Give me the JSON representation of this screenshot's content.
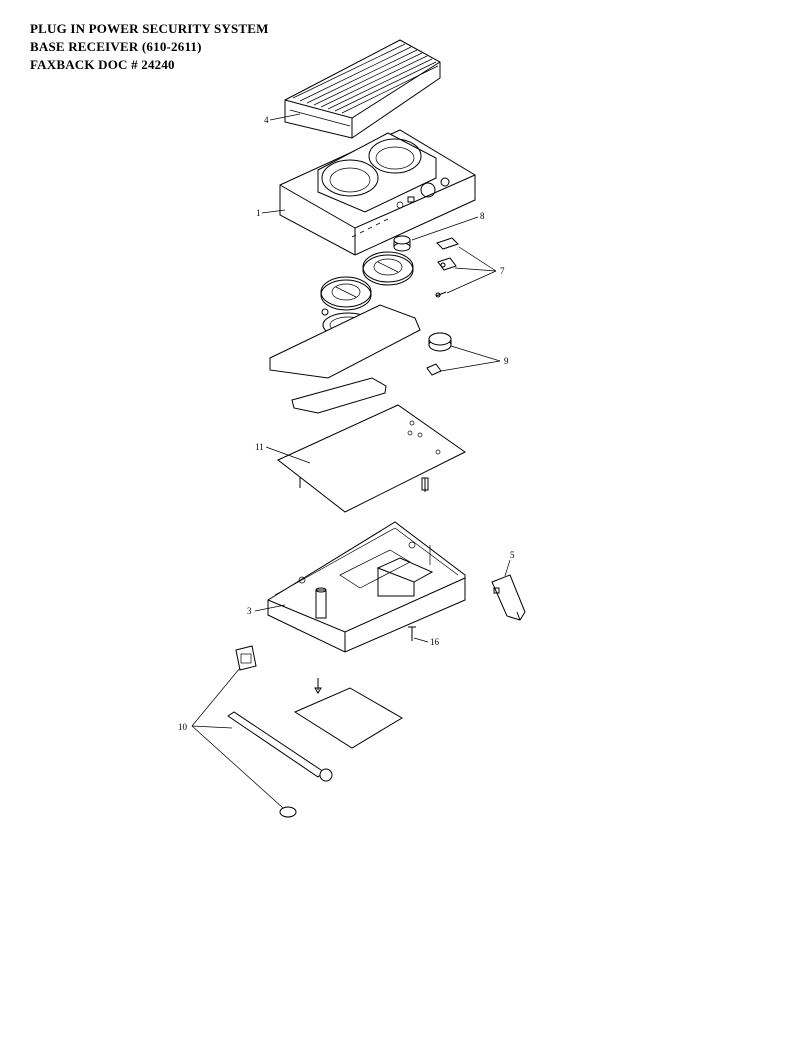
{
  "header": {
    "line1": "PLUG IN POWER SECURITY SYSTEM",
    "line2": "BASE RECEIVER  (610-2611)",
    "line3": "FAXBACK DOC # 24240"
  },
  "callouts": {
    "c4": "4",
    "c1": "1",
    "c8": "8",
    "c7": "7",
    "c9": "9",
    "c11": "11",
    "c5": "5",
    "c3": "3",
    "c16": "16",
    "c10": "10"
  }
}
